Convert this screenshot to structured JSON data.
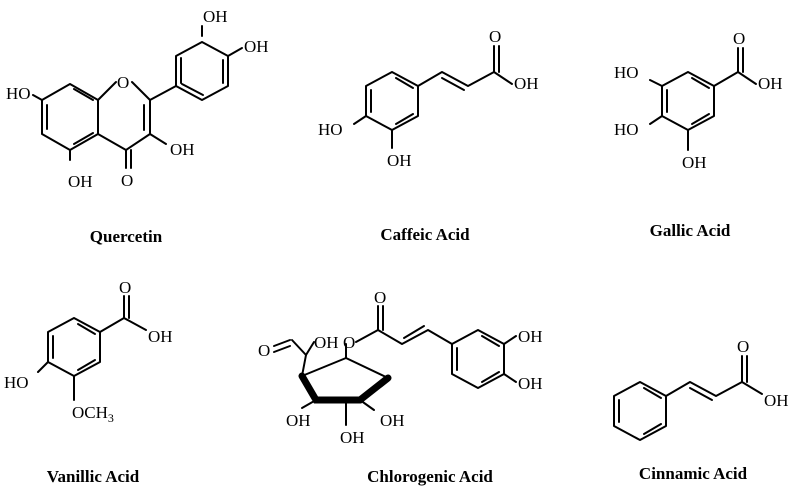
{
  "compounds": {
    "quercetin": {
      "name": "Quercetin",
      "labels": [
        "OH",
        "OH",
        "HO",
        "O",
        "OH",
        "OH",
        "O"
      ]
    },
    "caffeic": {
      "name": "Caffeic Acid",
      "labels": [
        "O",
        "OH",
        "HO",
        "OH"
      ]
    },
    "gallic": {
      "name": "Gallic Acid",
      "labels": [
        "O",
        "HO",
        "OH",
        "HO",
        "OH"
      ]
    },
    "vanillic": {
      "name": "Vanillic Acid",
      "labels": [
        "O",
        "OH",
        "HO",
        "OCH",
        "3"
      ]
    },
    "chlorogenic": {
      "name": "Chlorogenic Acid",
      "labels": [
        "O",
        "O",
        "OH",
        "O",
        "OH",
        "OH",
        "OH",
        "OH",
        "OH"
      ]
    },
    "cinnamic": {
      "name": "Cinnamic Acid",
      "labels": [
        "O",
        "OH"
      ]
    }
  }
}
